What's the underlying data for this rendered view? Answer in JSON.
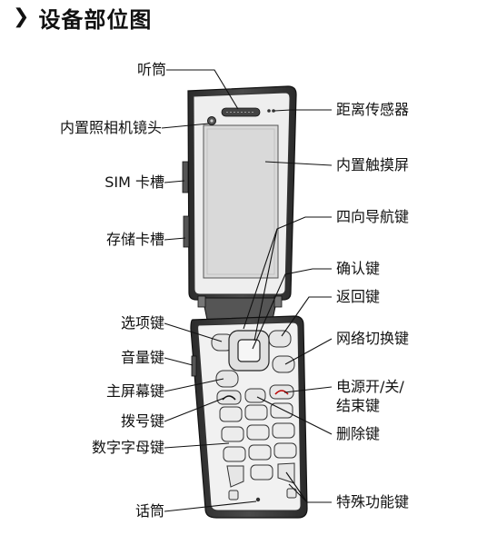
{
  "title": {
    "chevron": "❯",
    "text": "设备部位图"
  },
  "labels_left": [
    {
      "id": "earpiece",
      "text": "听筒"
    },
    {
      "id": "camera",
      "text": "内置照相机镜头"
    },
    {
      "id": "sim",
      "text": "SIM 卡槽"
    },
    {
      "id": "card",
      "text": "存储卡槽"
    },
    {
      "id": "options",
      "text": "选项键"
    },
    {
      "id": "volume",
      "text": "音量键"
    },
    {
      "id": "home",
      "text": "主屏幕键"
    },
    {
      "id": "dial",
      "text": "拨号键"
    },
    {
      "id": "alnum",
      "text": "数字字母键"
    },
    {
      "id": "mic",
      "text": "话筒"
    }
  ],
  "labels_right": [
    {
      "id": "proximity",
      "text": "距离传感器"
    },
    {
      "id": "touchscreen",
      "text": "内置触摸屏"
    },
    {
      "id": "navkey",
      "text": "四向导航键"
    },
    {
      "id": "confirm",
      "text": "确认键"
    },
    {
      "id": "back",
      "text": "返回键"
    },
    {
      "id": "network",
      "text": "网络切换键"
    },
    {
      "id": "power_line1",
      "text": "电源开/关/"
    },
    {
      "id": "power_line2",
      "text": "结束键"
    },
    {
      "id": "delete",
      "text": "删除键"
    },
    {
      "id": "special",
      "text": "特殊功能键"
    }
  ]
}
